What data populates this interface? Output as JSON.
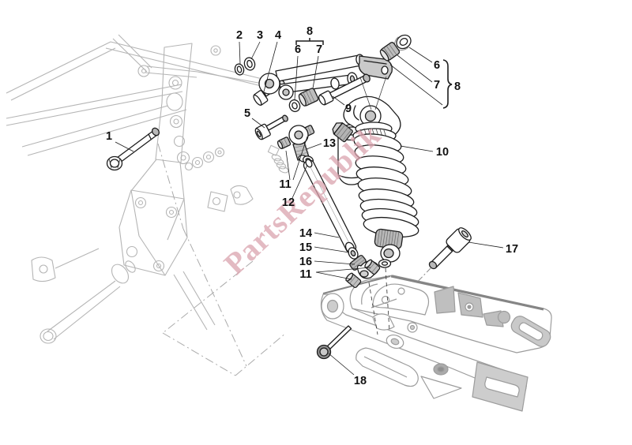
{
  "watermark": {
    "text": "PartsRepublik",
    "color": "#d9a3ae"
  },
  "colors": {
    "background": "#ffffff",
    "part_line": "#1d1d1d",
    "ghost_frame": "#b5b5b5",
    "swingarm": "#9c9c9c",
    "shade": "#bdbdbd"
  },
  "callouts": [
    {
      "label": "1"
    },
    {
      "label": "2"
    },
    {
      "label": "3"
    },
    {
      "label": "4"
    },
    {
      "label": "8"
    },
    {
      "label": "6"
    },
    {
      "label": "7"
    },
    {
      "label": "6"
    },
    {
      "label": "7"
    },
    {
      "label": "8"
    },
    {
      "label": "5"
    },
    {
      "label": "9"
    },
    {
      "label": "13"
    },
    {
      "label": "10"
    },
    {
      "label": "11"
    },
    {
      "label": "12"
    },
    {
      "label": "14"
    },
    {
      "label": "15"
    },
    {
      "label": "16"
    },
    {
      "label": "11"
    },
    {
      "label": "17"
    },
    {
      "label": "18"
    }
  ]
}
